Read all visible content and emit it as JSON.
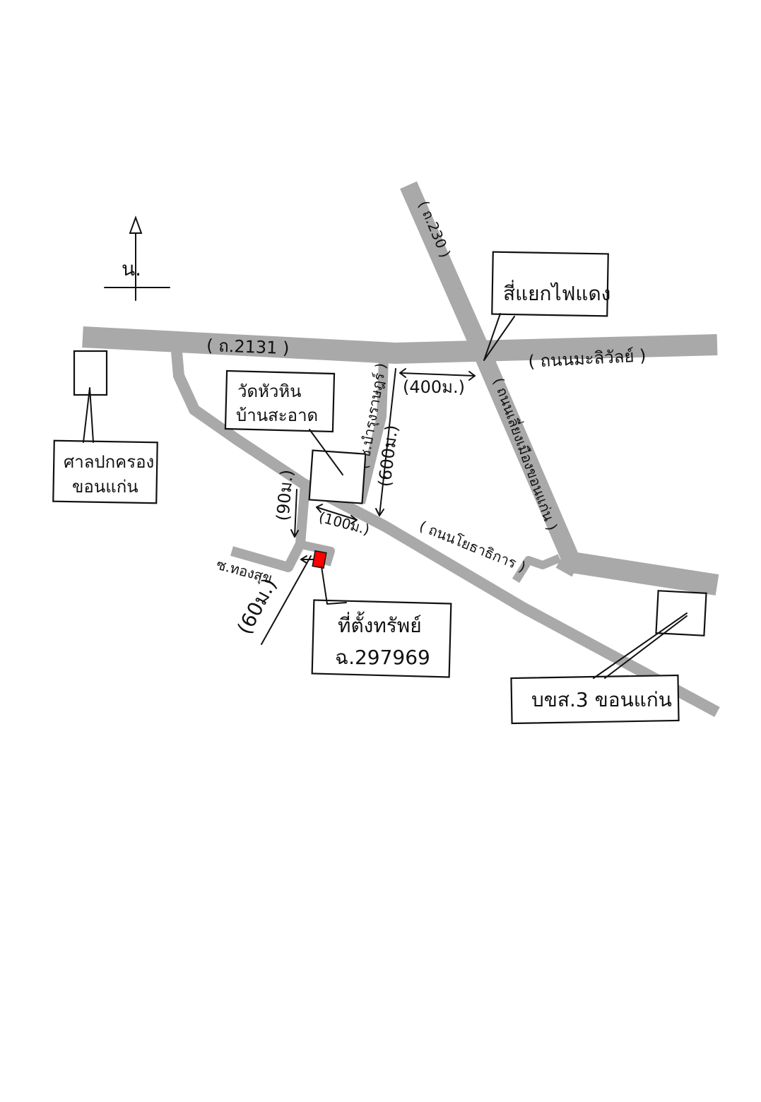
{
  "compass": {
    "label": "น."
  },
  "roads": {
    "r2131": "( ถ.2131 )",
    "lahanadee": "( ถนนมะลิวัลย์ )",
    "r230": "( ถ.230 )",
    "khonkaen_bypass": "( ถนนเลี่ยงเมืองขอนแก่น )",
    "sri_chan": "( ถนนโยธาธิการ )",
    "soi_bumrung": "( ซ.บำรุงราษฎร์ )",
    "soi_thongsuk": "ซ.ทองสุข"
  },
  "distances": {
    "d400": "(400ม.)",
    "d600": "(600ม.)",
    "d90": "(90ม.)",
    "d100": "(100ม.)",
    "d60": "(60ม.)"
  },
  "landmarks": {
    "traffic_light": "สี่แยกไฟแดง",
    "wat_line1": "วัดหัวหิน",
    "wat_line2": "บ้านสะอาด",
    "admin_court_line1": "ศาลปกครอง",
    "admin_court_line2": "ขอนแก่น",
    "bks_office": "บขส.3 ขอนแก่น"
  },
  "property": {
    "line1": "ที่ตั้งทรัพย์",
    "line2": "ฉ.297969",
    "marker_color": "#ff0000"
  },
  "colors": {
    "road": "#a9a9a9",
    "ink": "#111111"
  }
}
